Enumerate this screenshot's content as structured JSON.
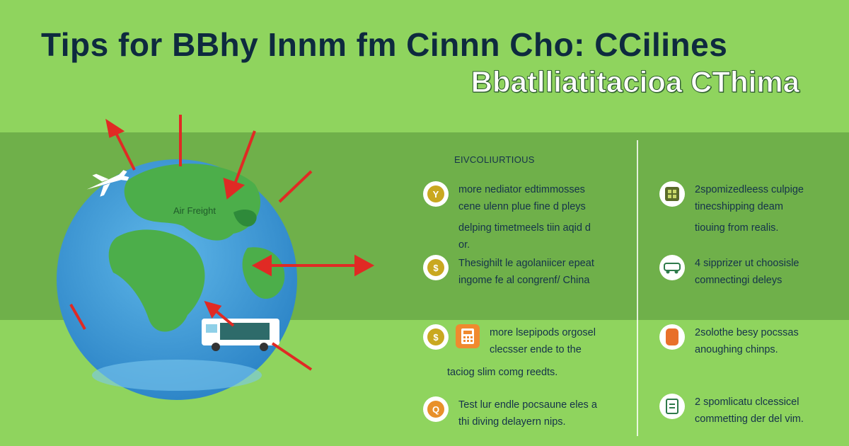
{
  "title": "Tips for BBhy Innm fm  Cinnn Cho: CCilines",
  "subtitle": "Bbatlliatitacioa CThima",
  "section_label": "EIVCOLIURTIOUS",
  "globe_label": "Air Freight",
  "left_tips": [
    {
      "icon": "Y",
      "icon_name": "yuan-icon",
      "lines": [
        "more nediator edtimmosses",
        "cene ulenn plue fine d pleys",
        "delping timetmeels tiin aqid d",
        "or."
      ]
    },
    {
      "icon": "$",
      "icon_name": "dollar-icon",
      "lines": [
        "Thesighilt le agolaniicer epeat",
        "ingome fe al congrenf/ China"
      ]
    },
    {
      "icon": "$",
      "icon_name": "dollar-calculator-icon",
      "lines": [
        "more lsepipods orgosel",
        "clecsser ende to the",
        "taciog slim comg reedts."
      ]
    },
    {
      "icon": "Q",
      "icon_name": "search-icon",
      "lines": [
        "Test lur endle pocsaune eles a",
        "thi diving delayern nips."
      ]
    }
  ],
  "right_tips": [
    {
      "icon_name": "shipping-box-icon",
      "lines": [
        "2spomizedleess culpige",
        "tinecshipping deam",
        "tiouing from realis."
      ]
    },
    {
      "icon_name": "truck-icon",
      "lines": [
        "4 sipprizer ut choosisle",
        "comnectingi deleys"
      ]
    },
    {
      "icon_name": "phone-icon",
      "lines": [
        "2solothe besy pocssas",
        "anoughing chinps."
      ]
    },
    {
      "icon_name": "document-icon",
      "lines": [
        "2 spomlicatu clcessicel",
        "commetting der del vim."
      ]
    }
  ],
  "colors": {
    "background": "#8fd45e",
    "band": "#6fb04a",
    "arrow": "#e02a24",
    "title": "#0e2a3f"
  }
}
